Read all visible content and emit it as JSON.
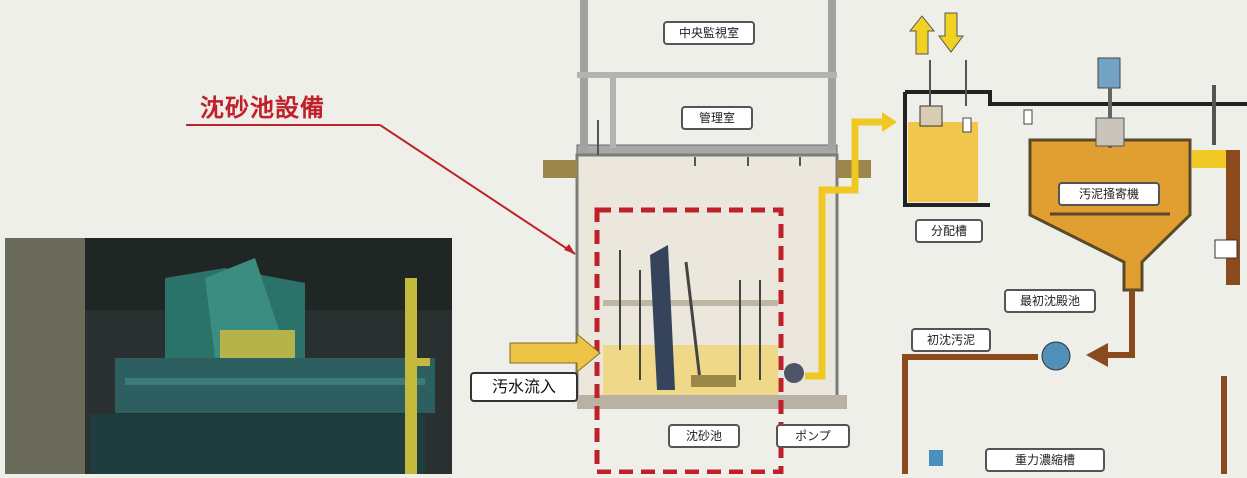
{
  "title": "沈砂池設備",
  "labels": {
    "central_monitoring_room": "中央監視室",
    "management_room": "管理室",
    "sewage_inflow": "汚水流入",
    "grit_chamber": "沈砂池",
    "pump": "ポンプ",
    "distribution_tank": "分配槽",
    "sludge_collector": "汚泥掻寄機",
    "primary_settling_tank": "最初沈殿池",
    "primary_sludge": "初沈汚泥",
    "gravity_thickener": "重力濃縮槽"
  },
  "colors": {
    "accent_red": "#c0202a",
    "flow_yellow": "#f2c81d",
    "sludge_brown": "#8a4a1c",
    "water_orange": "#e1a838",
    "structure_gray": "#8f8f8f"
  }
}
